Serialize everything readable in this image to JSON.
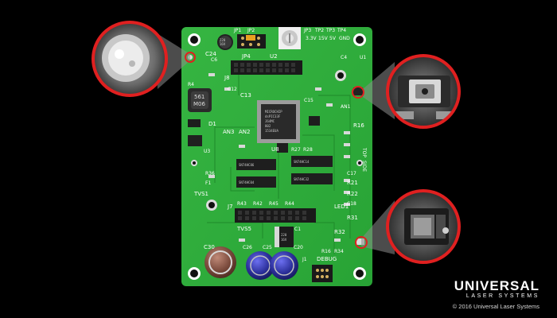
{
  "brand": {
    "name": "UNIVERSAL",
    "tagline": "LASER SYSTEMS",
    "copyright": "© 2016 Universal Laser Systems"
  },
  "board": {
    "labels": {
      "c24": "C24",
      "c6": "C6",
      "jp1": "JP1",
      "jp2": "JP2",
      "jp3": "JP3",
      "jp4": "JP4",
      "tp2": "TP2",
      "tp3": "TP3",
      "tp4": "TP4",
      "u2": "U2",
      "j8": "J8",
      "c13": "C13",
      "c12": "C12",
      "c15": "C15",
      "c4": "C4",
      "u1": "U1",
      "r16": "R16",
      "r4": "R4",
      "d1": "D1",
      "u3": "U3",
      "r36": "R36",
      "f1": "F1",
      "tvs1": "TVS1",
      "an3": "AN3",
      "an2": "AN2",
      "an1": "AN1",
      "u8": "U8",
      "r27": "R27",
      "r28": "R28",
      "r21": "R21",
      "r22": "R22",
      "c17": "C17",
      "c18": "C18",
      "r31": "R31",
      "r32": "R32",
      "led1": "LED1",
      "j7": "J7",
      "r43": "R43",
      "r42": "R42",
      "r45": "R45",
      "r44": "R44",
      "tvs5": "TVS5",
      "c30": "C30",
      "c26": "C26",
      "c25": "C25",
      "c20": "C20",
      "c1": "C1",
      "j1": "J1",
      "r34": "R34",
      "debug": "DEBUG",
      "v33": "3.3V",
      "v15": "15V",
      "v5": "5V",
      "gnd": "GND",
      "top": "TOP",
      "side": "SIDE"
    },
    "chips": {
      "mcu_lines": [
        "MICROCHIP",
        "dsPIC33F",
        "J64MC",
        "802",
        "1534EUA"
      ],
      "inductor": [
        "561",
        "M06"
      ],
      "cap_small": [
        "220",
        "16V",
        "224"
      ],
      "cap_mid": [
        "220",
        "16V"
      ],
      "logic1": "SN74HC86",
      "logic2": "SN74HC04",
      "logic3": "SN74HC14",
      "logic4": "SN74HC32"
    }
  },
  "callouts": [
    {
      "id": "solder-joint",
      "label": "solder-joint-closeup"
    },
    {
      "id": "tactile-switch",
      "label": "switch-closeup"
    },
    {
      "id": "smd-led",
      "label": "led-closeup"
    }
  ],
  "colors": {
    "pcb": "#2fae3a",
    "pcb_dark": "#1f8a2a",
    "callout_ring": "#e02020",
    "background": "#000000"
  }
}
